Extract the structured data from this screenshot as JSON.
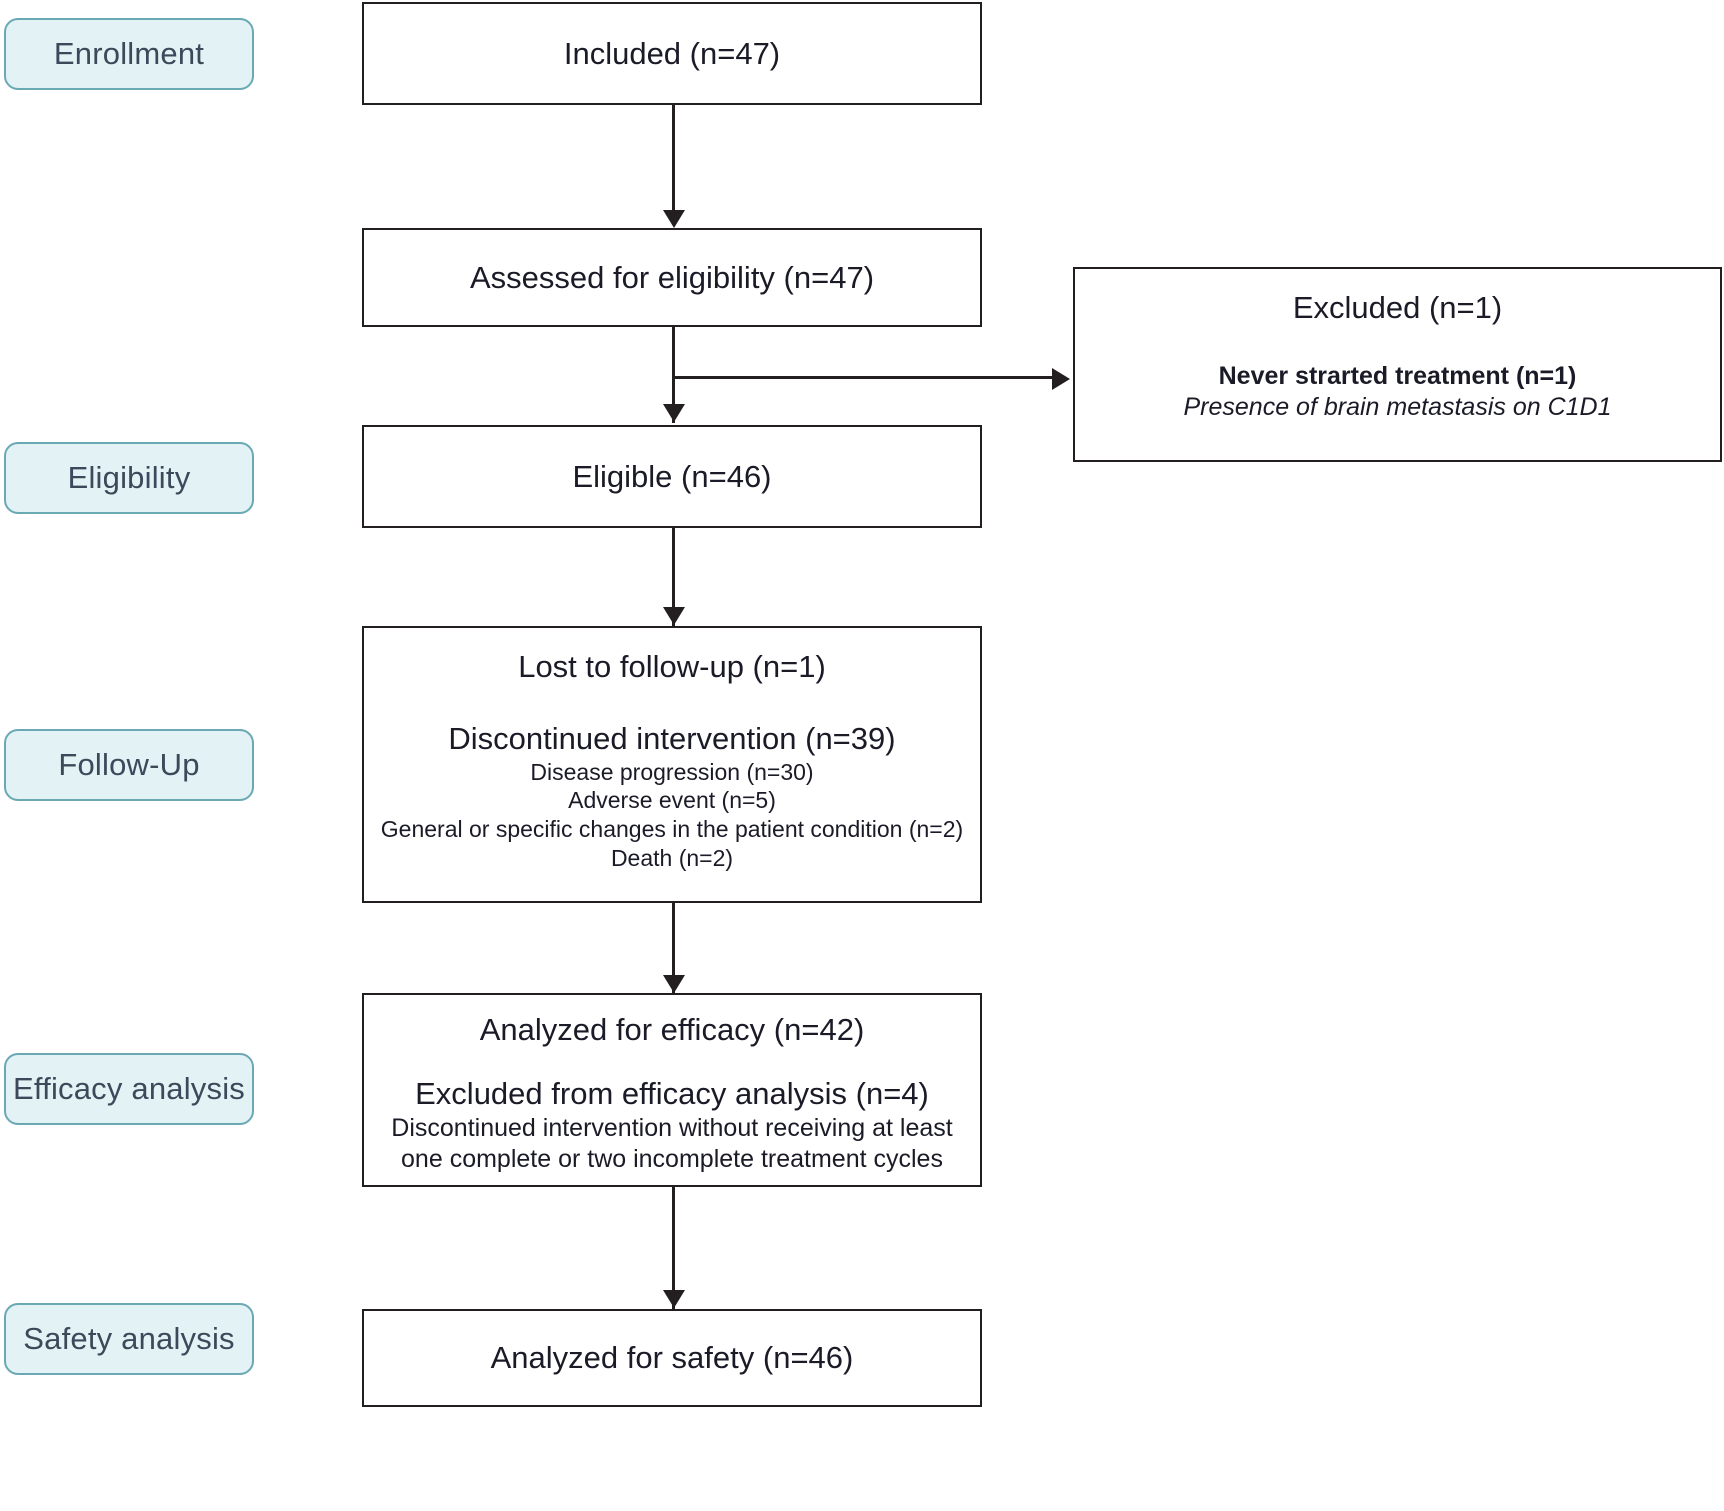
{
  "diagram": {
    "type": "consort-flow-diagram",
    "accent_color": "#e3f2f4",
    "accent_border_color": "#6aa9b4",
    "line_color": "#231f20"
  },
  "stages": [
    {
      "id": "enrollment",
      "label": "Enrollment"
    },
    {
      "id": "eligibility",
      "label": "Eligibility"
    },
    {
      "id": "follow-up",
      "label": "Follow-Up"
    },
    {
      "id": "efficacy",
      "label": "Efficacy analysis"
    },
    {
      "id": "safety",
      "label": "Safety analysis"
    }
  ],
  "boxes": {
    "included": {
      "title": "Included (n=47)"
    },
    "assessed": {
      "title": "Assessed for eligibility (n=47)"
    },
    "excluded": {
      "title": "Excluded (n=1)",
      "reason_bold": "Never strarted treatment (n=1)",
      "reason_italic": "Presence of brain metastasis on C1D1"
    },
    "eligible": {
      "title": "Eligible (n=46)"
    },
    "followup": {
      "lost": "Lost to follow-up (n=1)",
      "discontinued": "Discontinued intervention (n=39)",
      "reasons": [
        "Disease progression (n=30)",
        "Adverse event  (n=5)",
        "General or specific changes in the patient condition (n=2)",
        "Death (n=2)"
      ]
    },
    "efficacy": {
      "analyzed": "Analyzed for efficacy (n=42)",
      "excluded_title": "Excluded from efficacy analysis (n=4)",
      "excluded_reason_line1": "Discontinued intervention without receiving at least",
      "excluded_reason_line2": "one complete or two incomplete treatment cycles"
    },
    "safety": {
      "title": "Analyzed for safety (n=46)"
    }
  }
}
